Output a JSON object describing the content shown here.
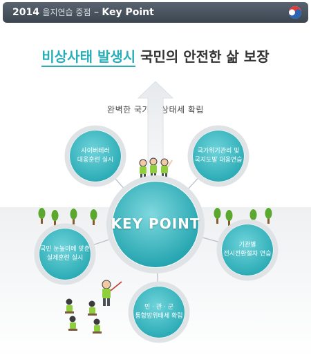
{
  "header": {
    "year": "2014",
    "subject": "을지연습 중점",
    "separator": "–",
    "key": "Key Point"
  },
  "headline": {
    "accent": "비상사태 발생시",
    "rest": "국민의 안전한 삶 보장"
  },
  "subheading": "완벽한 국가 비상태세 확립",
  "center": {
    "label": "KEY POINT"
  },
  "nodes": [
    {
      "id": "cyber",
      "label": "사이버테러\n대응훈련 실시"
    },
    {
      "id": "national",
      "label": "국가위기관리 및\n국지도발 대응연습"
    },
    {
      "id": "wartime",
      "label": "기관별\n전시전환절차 연습"
    },
    {
      "id": "civil",
      "label": "민 · 관 · 군\n통합방위태세 확립"
    },
    {
      "id": "citizen",
      "label": "국민 눈높이에 맞춘\n실제훈련 실시"
    }
  ],
  "colors": {
    "header_bg": "#4a5360",
    "accent": "#29aeb8",
    "circle_fill": "#3fc1c9",
    "circle_ring": "#dfe3e6",
    "tree_green": "#5aa82e",
    "trunk": "#8b5a2b"
  }
}
